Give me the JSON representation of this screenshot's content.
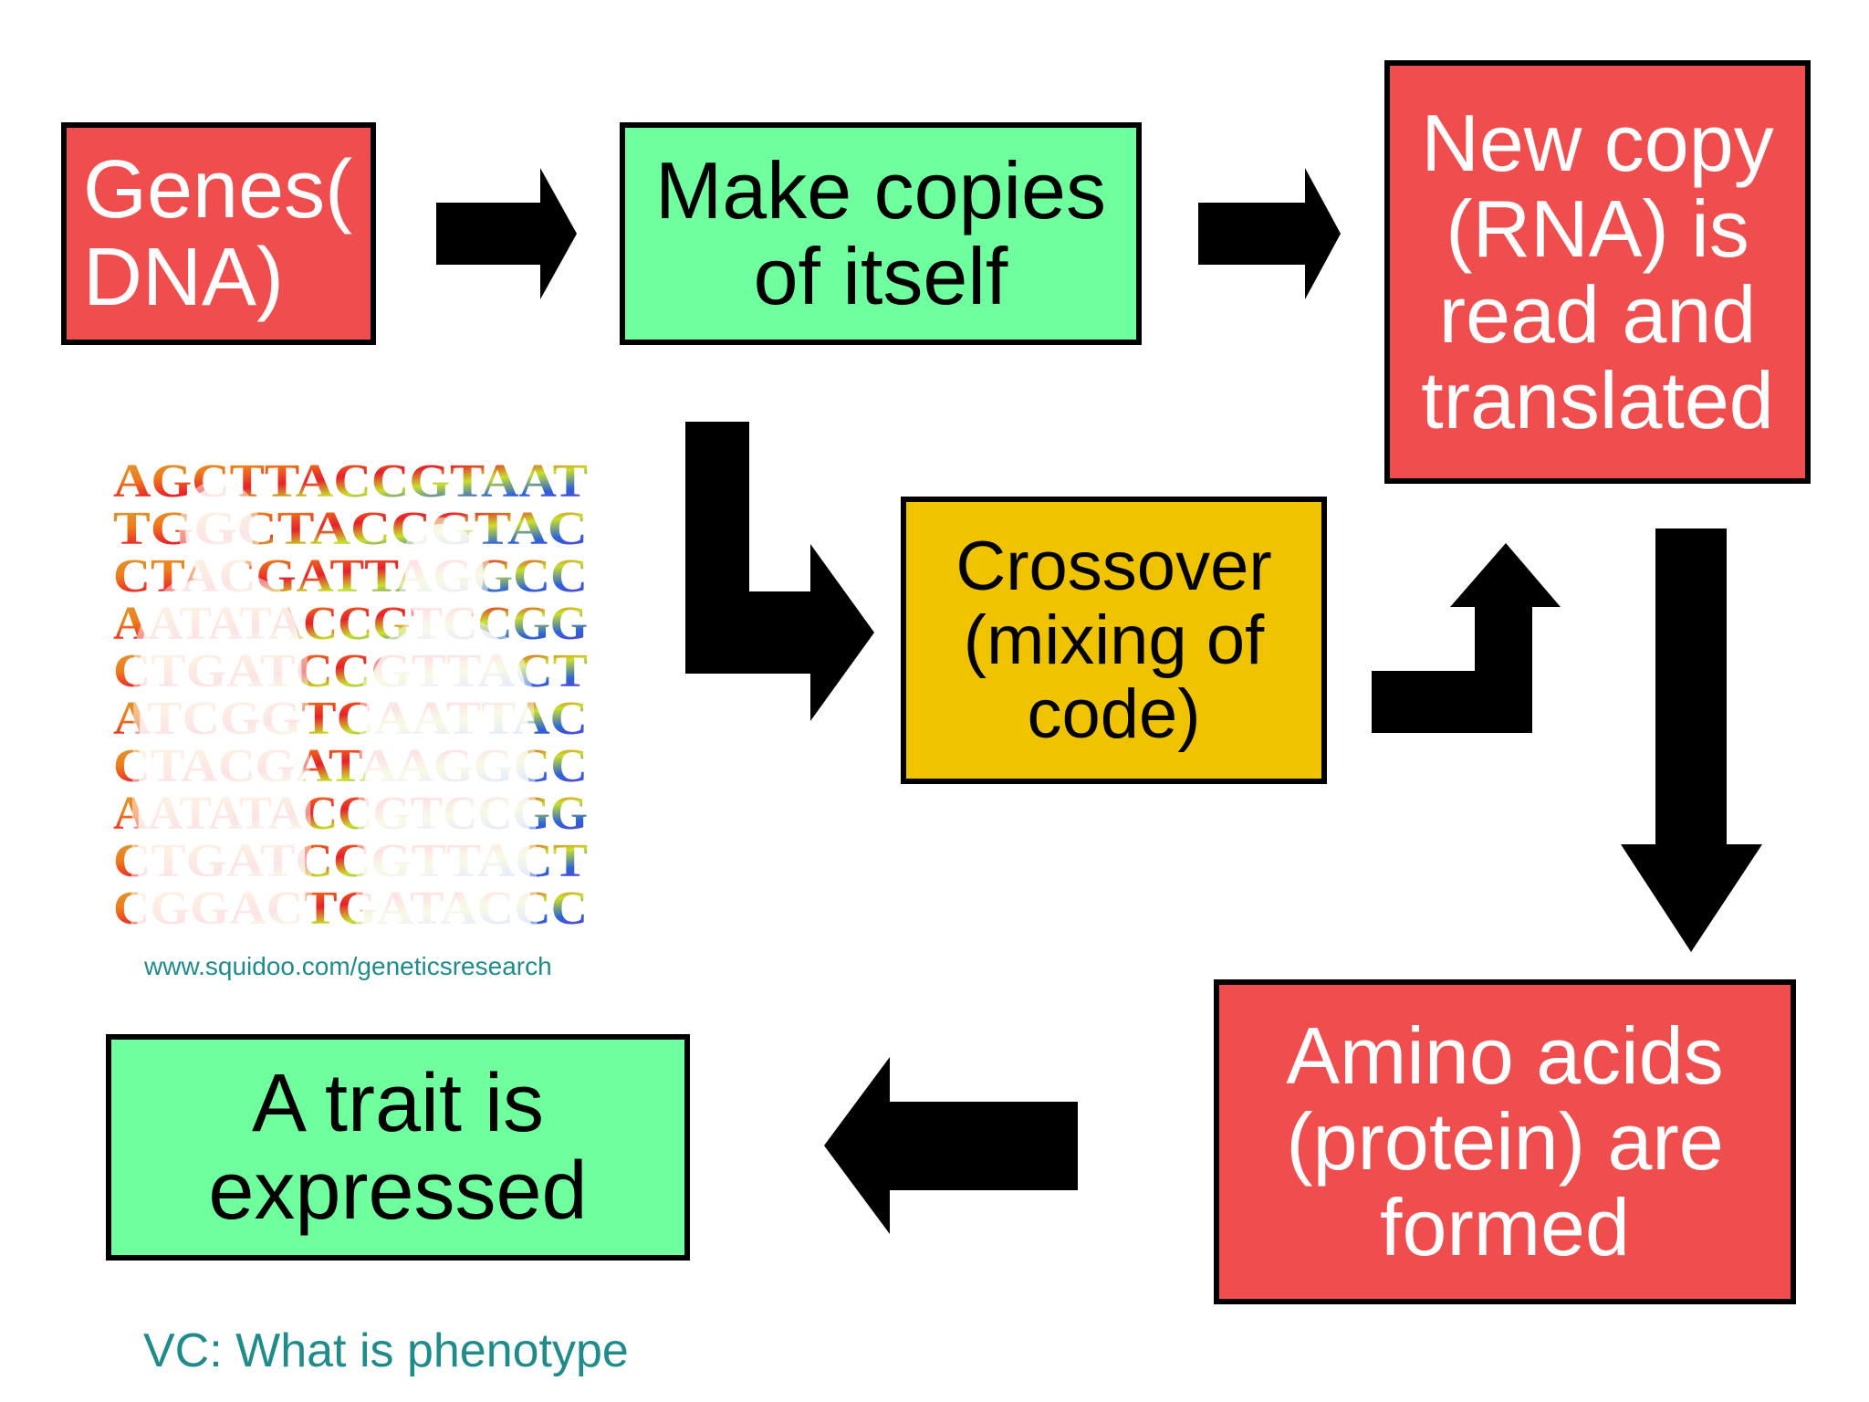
{
  "boxes": {
    "genes": "Genes(\nDNA)",
    "copies": "Make copies\nof itself",
    "new_copy": "New copy\n(RNA) is\nread and\ntranslated",
    "crossover": "Crossover\n(mixing of\ncode)",
    "amino": "Amino acids\n(protein) are\nformed",
    "trait": "A trait is\nexpressed"
  },
  "image": {
    "letter_rows": [
      "AGCTTACCGTAAT",
      "TGGCTACCGTAC",
      "CTACGATTAGGCC",
      "AATATACCGTCCGG",
      "CTGATCCGTTACT",
      "ATCGGTCAATTAC",
      "CTACGATAAGGCC",
      "AATATACCGTCCGG",
      "CTGATCCGTTACT",
      "CGGACTGATACCC"
    ],
    "credit": "www.squidoo.com/geneticsresearch"
  },
  "footer": {
    "vc_note": "VC: What is phenotype"
  },
  "colors": {
    "red_box": "#f04e4e",
    "green_box": "#6fff9f",
    "yellow_box": "#f0c300",
    "arrow": "#000000",
    "credit_text": "#1f8b8b"
  }
}
